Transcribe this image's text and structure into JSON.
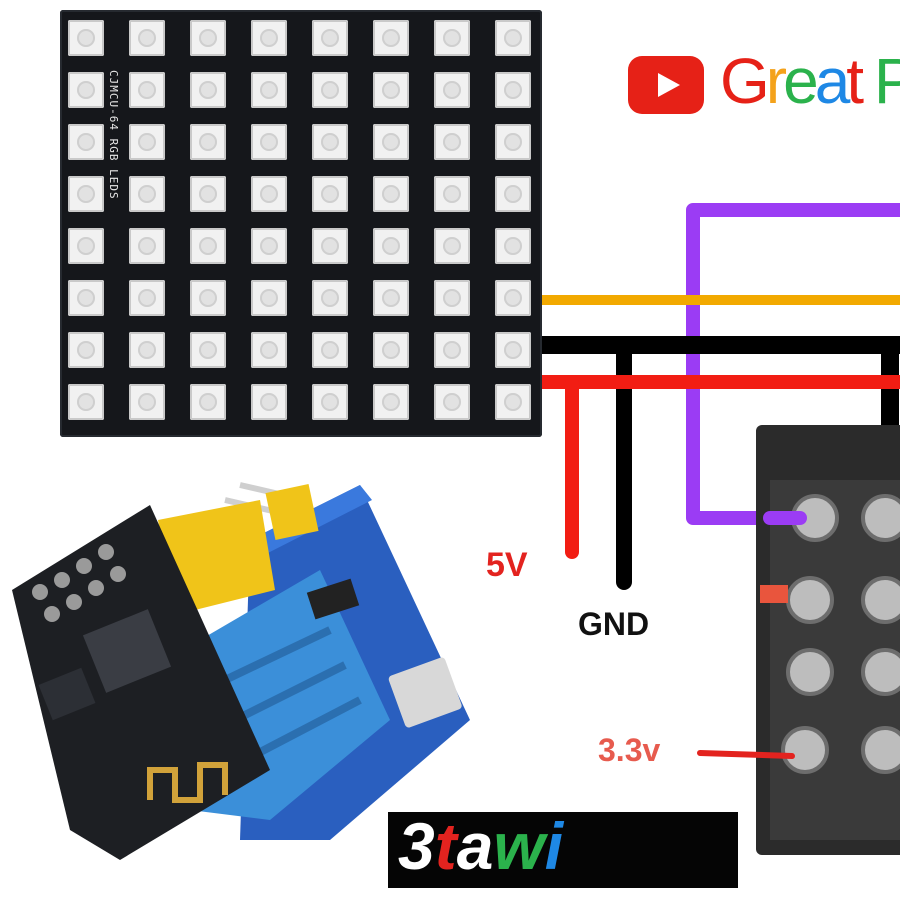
{
  "board_label": "CJMCU-64 RGB LEDS",
  "youtube": {
    "channel_name": "Great P",
    "title_colors": [
      "#e62117",
      "#f4a21b",
      "#2bb24c",
      "#1e88e5"
    ]
  },
  "labels": {
    "five_volt": "5V",
    "ground": "GND",
    "three_volt": "3.3v"
  },
  "logo": {
    "letters": [
      "3",
      "t",
      "a",
      "w",
      "i"
    ],
    "colors": [
      "#ffffff",
      "#e3231f",
      "#ffffff",
      "#2bb24c",
      "#1e88e5"
    ]
  },
  "wires": {
    "purple": "#9b3cf4",
    "orange": "#f2a900",
    "black": "#000000",
    "red": "#f21d13"
  },
  "led_matrix": {
    "rows": 8,
    "cols": 8
  }
}
